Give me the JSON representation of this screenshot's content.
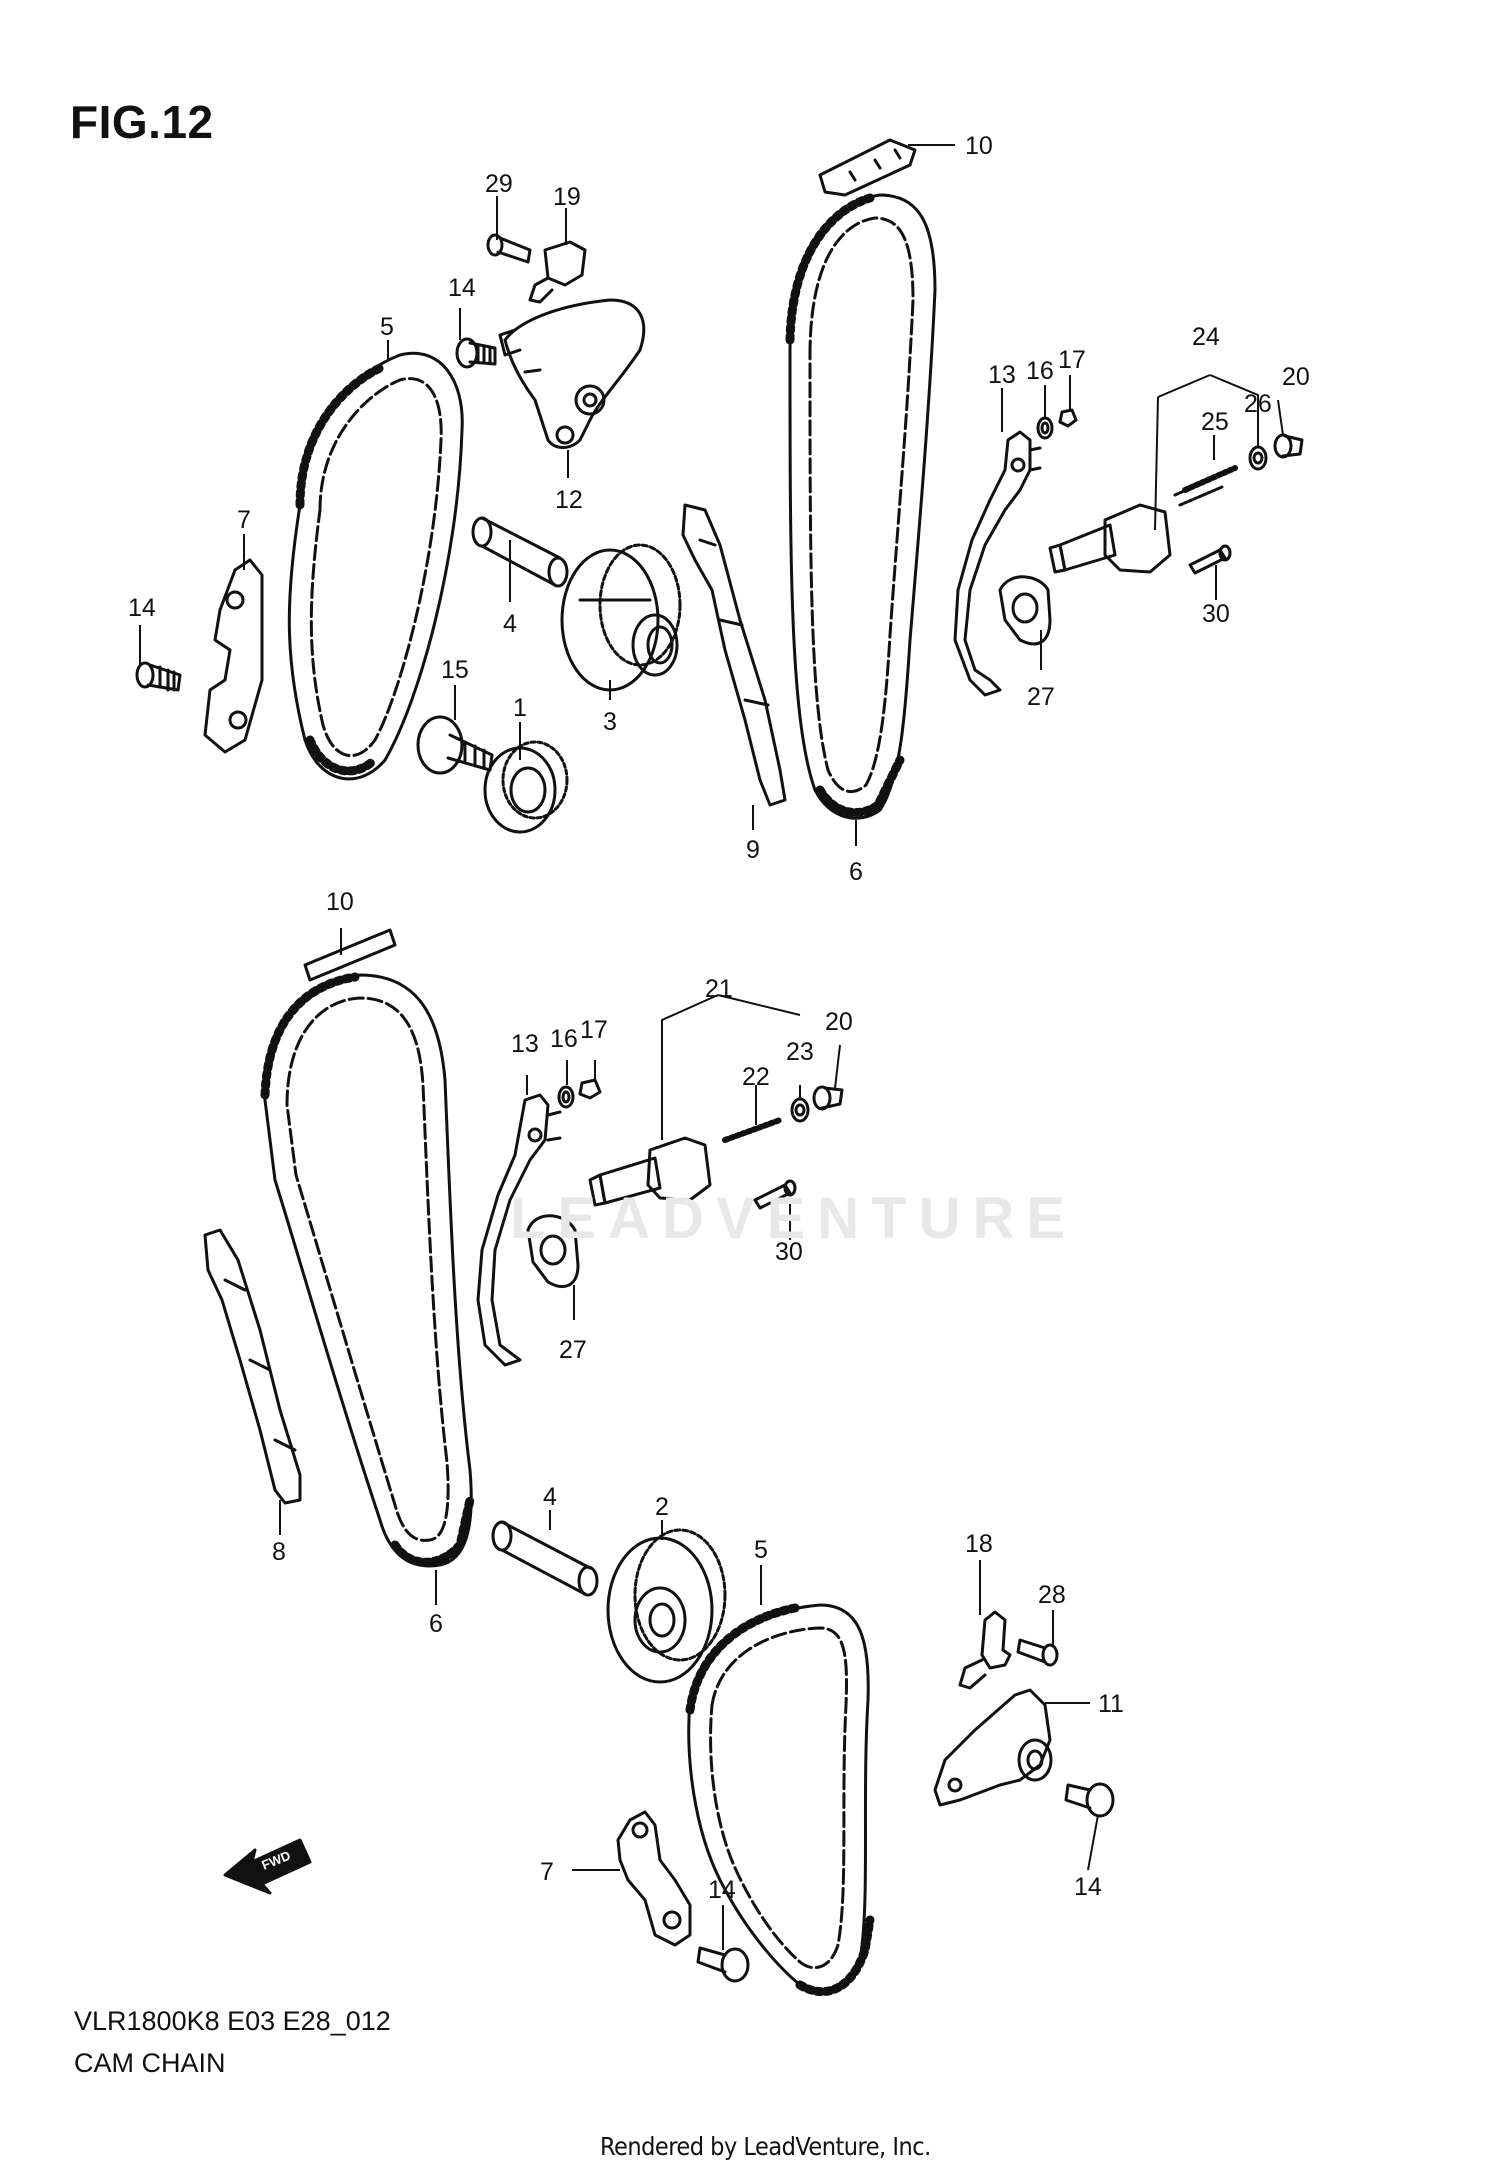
{
  "figure": {
    "title": "FIG.12",
    "model_code": "VLR1800K8 E03 E28_012",
    "section_name": "CAM CHAIN",
    "render_credit": "Rendered by LeadVenture, Inc.",
    "watermark": "LEADVENTURE",
    "fwd_label": "FWD"
  },
  "callouts": [
    {
      "id": "c29",
      "text": "29"
    },
    {
      "id": "c19",
      "text": "19"
    },
    {
      "id": "c14a",
      "text": "14"
    },
    {
      "id": "c5a",
      "text": "5"
    },
    {
      "id": "c12",
      "text": "12"
    },
    {
      "id": "c7a",
      "text": "7"
    },
    {
      "id": "c14b",
      "text": "14"
    },
    {
      "id": "c4a",
      "text": "4"
    },
    {
      "id": "c15",
      "text": "15"
    },
    {
      "id": "c1",
      "text": "1"
    },
    {
      "id": "c3",
      "text": "3"
    },
    {
      "id": "c10a",
      "text": "10"
    },
    {
      "id": "c13a",
      "text": "13"
    },
    {
      "id": "c16a",
      "text": "16"
    },
    {
      "id": "c17a",
      "text": "17"
    },
    {
      "id": "c24",
      "text": "24"
    },
    {
      "id": "c20a",
      "text": "20"
    },
    {
      "id": "c25",
      "text": "25"
    },
    {
      "id": "c26",
      "text": "26"
    },
    {
      "id": "c30a",
      "text": "30"
    },
    {
      "id": "c27a",
      "text": "27"
    },
    {
      "id": "c9",
      "text": "9"
    },
    {
      "id": "c6a",
      "text": "6"
    },
    {
      "id": "c10b",
      "text": "10"
    },
    {
      "id": "c13b",
      "text": "13"
    },
    {
      "id": "c16b",
      "text": "16"
    },
    {
      "id": "c17b",
      "text": "17"
    },
    {
      "id": "c21",
      "text": "21"
    },
    {
      "id": "c20b",
      "text": "20"
    },
    {
      "id": "c22",
      "text": "22"
    },
    {
      "id": "c23",
      "text": "23"
    },
    {
      "id": "c30b",
      "text": "30"
    },
    {
      "id": "c27b",
      "text": "27"
    },
    {
      "id": "c8",
      "text": "8"
    },
    {
      "id": "c4b",
      "text": "4"
    },
    {
      "id": "c2",
      "text": "2"
    },
    {
      "id": "c6b",
      "text": "6"
    },
    {
      "id": "c5b",
      "text": "5"
    },
    {
      "id": "c18",
      "text": "18"
    },
    {
      "id": "c28",
      "text": "28"
    },
    {
      "id": "c11",
      "text": "11"
    },
    {
      "id": "c14c",
      "text": "14"
    },
    {
      "id": "c7b",
      "text": "7"
    },
    {
      "id": "c14d",
      "text": "14"
    }
  ]
}
